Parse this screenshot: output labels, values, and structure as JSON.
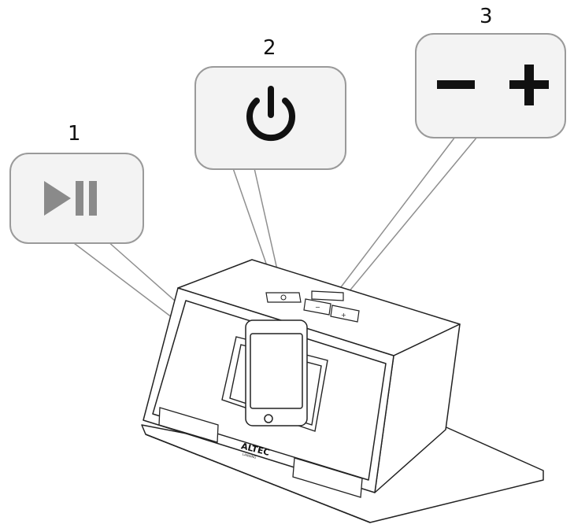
{
  "callouts": [
    {
      "number": "1",
      "icon": "play-pause-icon"
    },
    {
      "number": "2",
      "icon": "power-icon"
    },
    {
      "number": "3",
      "icon": "volume-minus-plus-icon"
    }
  ],
  "device": {
    "logo_text": "ALTEC",
    "logo_subtext": "LANSING",
    "button_power_icon": "power-icon",
    "button_minus_label": "−",
    "button_plus_label": "+"
  },
  "colors": {
    "callout_fill": "#f3f3f3",
    "callout_border": "#9a9a9a",
    "play_pause_icon": "#8a8a8a",
    "dark_icon": "#111111",
    "line": "#222222"
  }
}
